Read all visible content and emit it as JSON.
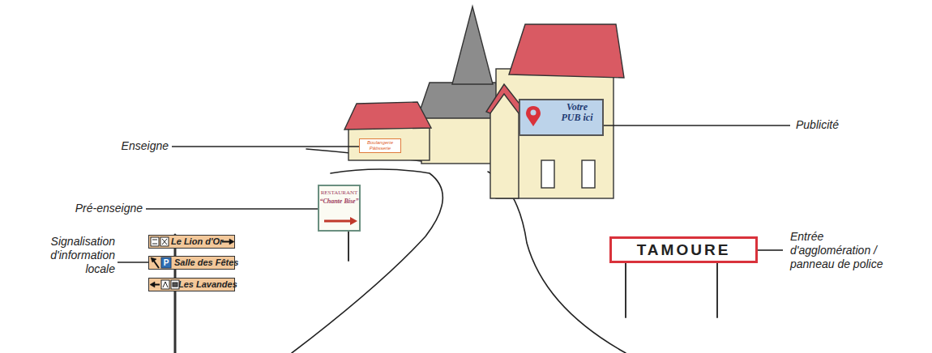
{
  "diagram": {
    "nodes": [
      {
        "text": [
          "Votre PUB ici"
        ]
      },
      {
        "text": [
          "Boulangerie Pâtisserie"
        ]
      },
      {
        "text": [
          "RESTAURANT",
          "“Chante Bise”"
        ]
      },
      {
        "text": [
          "Le Lion d'Or"
        ]
      },
      {
        "text": [
          "TAMOURE"
        ]
      },
      {
        "text": [
          "Salle des Fêtes"
        ]
      },
      {
        "text": [
          "Les Lavandes"
        ]
      }
    ],
    "labels": [
      "Enseigne",
      "Publicité",
      "Pré-enseigne",
      "Signalisation d'information locale",
      "Entrée d'agglomération / panneau de police",
      "P"
    ]
  }
}
